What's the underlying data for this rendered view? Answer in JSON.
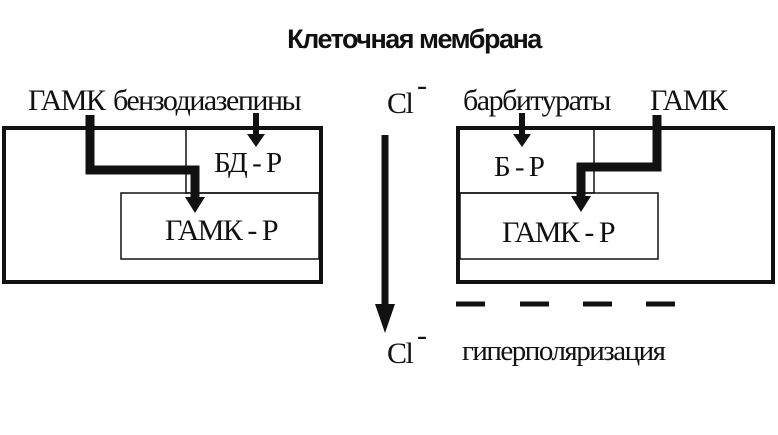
{
  "title": "Клеточная мембрана",
  "left": {
    "gaba_label": "ГАМК",
    "benzo_label": "бензодиазепины",
    "bd_receptor": "БД - Р",
    "gaba_receptor": "ГАМК - Р"
  },
  "middle": {
    "chloride_top": "Cl",
    "charge_top": "-",
    "chloride_bottom": "Cl",
    "charge_bottom": "-"
  },
  "right": {
    "barb_label": "барбитураты",
    "gaba_label": "ГАМК",
    "b_receptor": "Б - Р",
    "gaba_receptor": "ГАМК - Р",
    "hyper_label": "гиперполяризация"
  },
  "colors": {
    "ink": "#111111",
    "background": "#ffffff"
  }
}
